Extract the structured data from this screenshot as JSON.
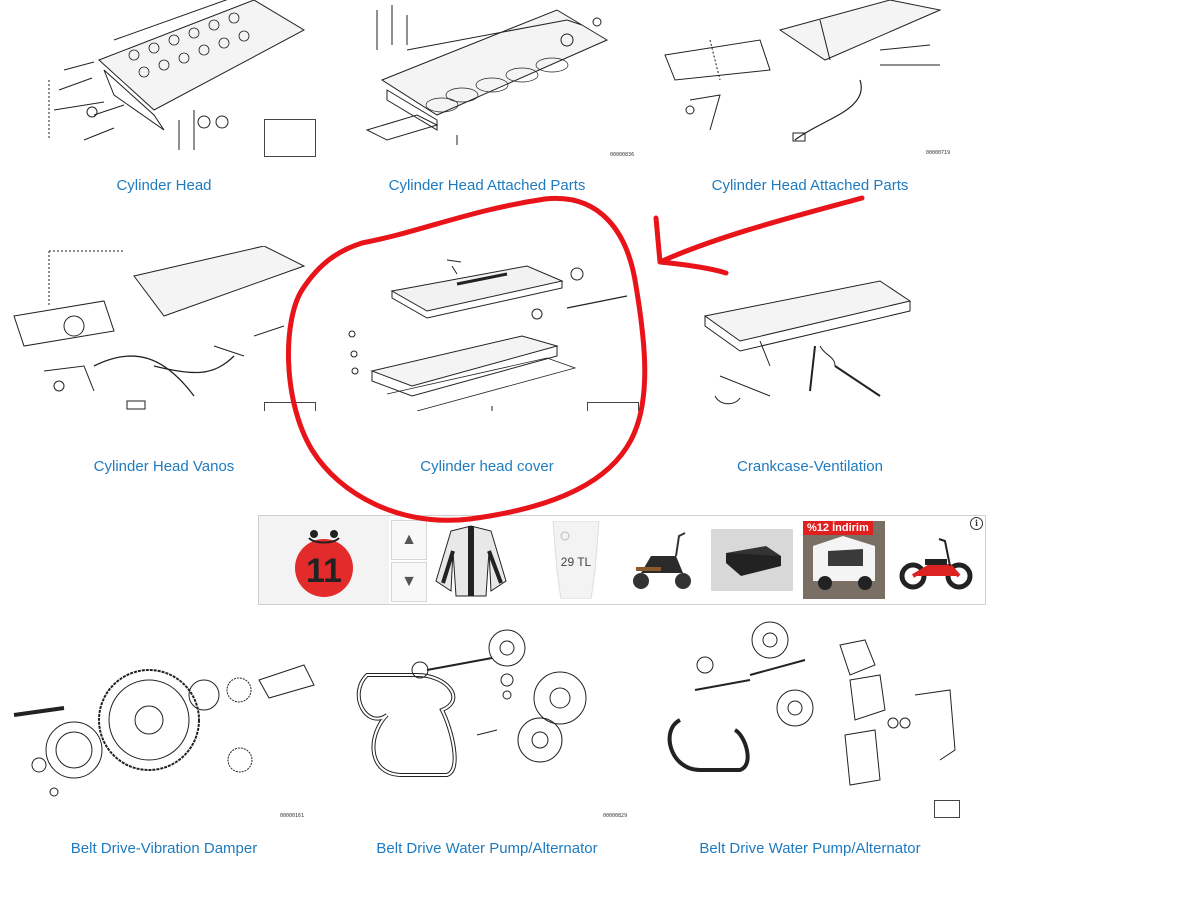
{
  "grid": {
    "row1": [
      {
        "caption": "Cylinder Head",
        "icon": "cylinder-head-diagram"
      },
      {
        "caption": "Cylinder Head Attached Parts",
        "icon": "cylinder-head-attached-parts-diagram"
      },
      {
        "caption": "Cylinder Head Attached Parts",
        "icon": "cylinder-head-attached-parts-diagram"
      }
    ],
    "row2": [
      {
        "caption": "Cylinder Head Vanos",
        "icon": "cylinder-head-vanos-diagram"
      },
      {
        "caption": "Cylinder head cover",
        "icon": "cylinder-head-cover-diagram"
      },
      {
        "caption": "Crankcase-Ventilation",
        "icon": "crankcase-ventilation-diagram"
      }
    ],
    "row3": [
      {
        "caption": "Belt Drive-Vibration Damper",
        "icon": "vibration-damper-diagram"
      },
      {
        "caption": "Belt Drive Water Pump/Alternator",
        "icon": "belt-drive-diagram"
      },
      {
        "caption": "Belt Drive Water Pump/Alternator",
        "icon": "belt-drive-diagram"
      }
    ]
  },
  "ad": {
    "logo_text": "11",
    "badges": [
      "%12 İndirim"
    ],
    "price": "29 TL",
    "info_symbol": "i",
    "nav_up": "▲",
    "nav_down": "▼"
  },
  "colors": {
    "link": "#1f7bbf",
    "annotation": "#e8141a",
    "badge": "#e0201f"
  }
}
